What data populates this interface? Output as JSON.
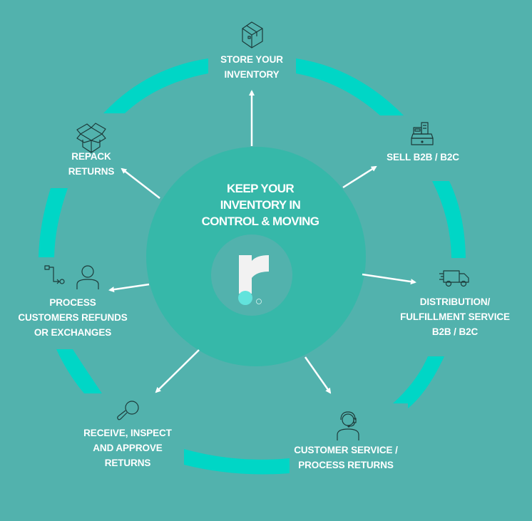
{
  "colors": {
    "background": "#52b2ad",
    "ring": "#00d6c6",
    "center_circle": "#36b8a9",
    "logo_circle": "#52b2ad",
    "logo_letter": "#f2f2f2",
    "logo_dot": "#62e3dc",
    "icon_stroke": "#1d3b3a",
    "arrow": "#ffffff"
  },
  "center": {
    "title_lines": [
      "KEEP YOUR",
      "INVENTORY IN",
      "CONTROL & MOVING"
    ],
    "logo": {
      "letter": "r",
      "trademark": "®"
    }
  },
  "steps": [
    {
      "id": "store",
      "icon": "box-icon",
      "lines": [
        "STORE YOUR",
        "INVENTORY"
      ]
    },
    {
      "id": "sell",
      "icon": "cash-register-icon",
      "lines": [
        "SELL B2B / B2C"
      ]
    },
    {
      "id": "distribution",
      "icon": "delivery-truck-icon",
      "lines": [
        "DISTRIBUTION/",
        "FULFILLMENT SERVICE",
        "B2B / B2C"
      ]
    },
    {
      "id": "customer-service",
      "icon": "headset-agent-icon",
      "lines": [
        "CUSTOMER SERVICE /",
        "PROCESS RETURNS"
      ]
    },
    {
      "id": "receive",
      "icon": "magnifier-icon",
      "lines": [
        "RECEIVE, INSPECT",
        "AND APPROVE",
        "RETURNS"
      ]
    },
    {
      "id": "process-refunds",
      "icon": "process-person-icon",
      "lines": [
        "PROCESS",
        "CUSTOMERS REFUNDS",
        "OR EXCHANGES"
      ]
    },
    {
      "id": "repack",
      "icon": "open-box-icon",
      "lines": [
        "REPACK",
        "RETURNS"
      ]
    }
  ]
}
